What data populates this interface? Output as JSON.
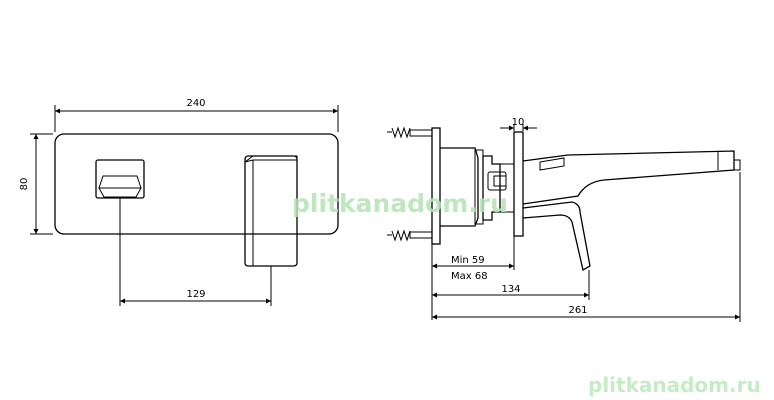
{
  "front_view": {
    "dim_width": "240",
    "dim_height": "80",
    "dim_offset": "129"
  },
  "side_view": {
    "dim_thickness": "10",
    "dim_min": "Min 59",
    "dim_max": "Max 68",
    "dim_mid": "134",
    "dim_total": "261"
  },
  "watermark": {
    "center": "plitkanadom.ru",
    "corner": "plitkanadom.ru"
  }
}
